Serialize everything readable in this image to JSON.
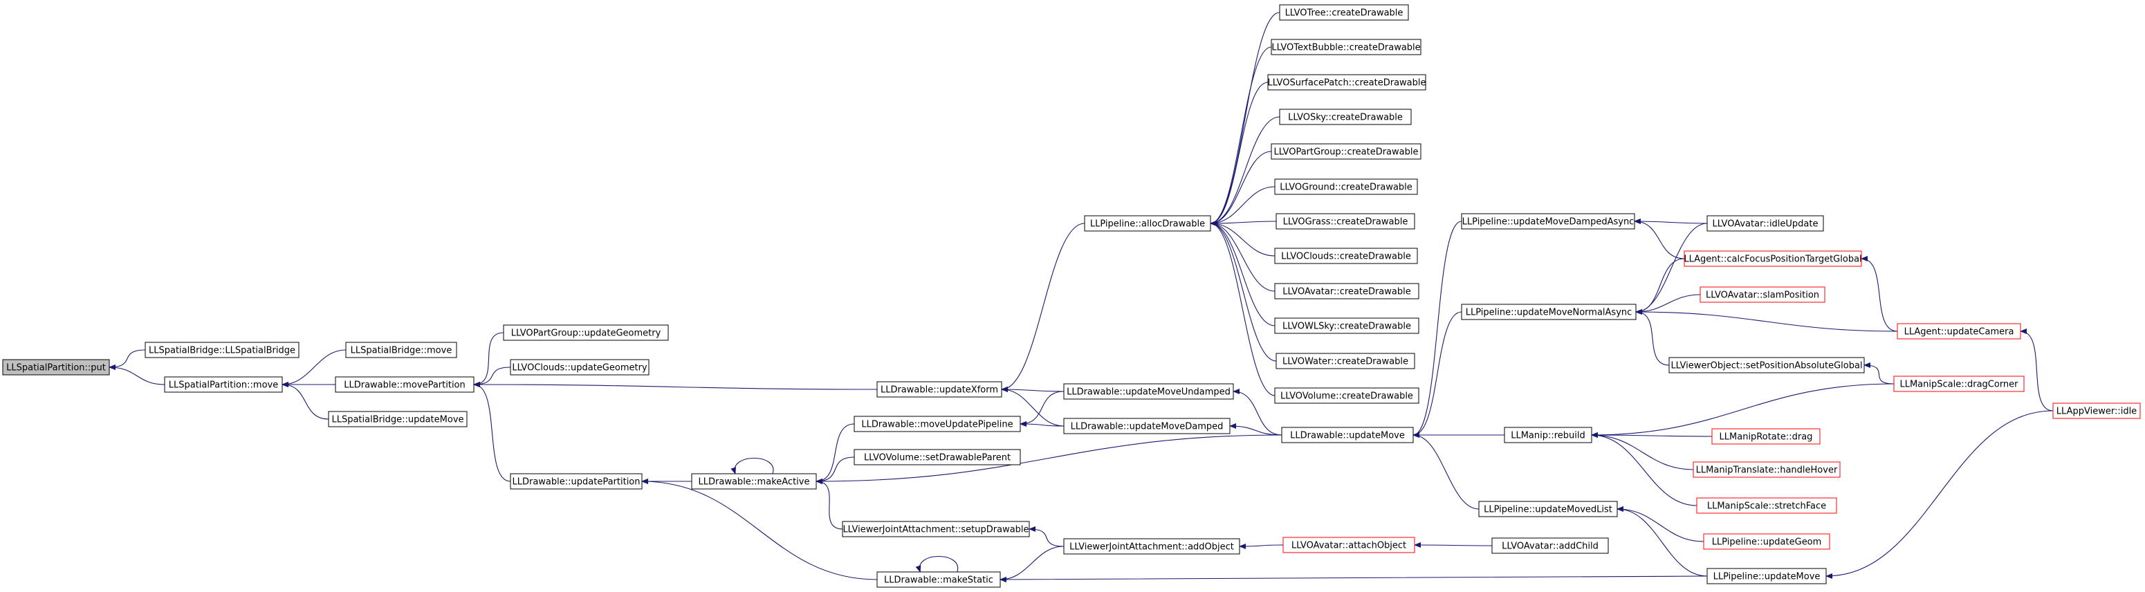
{
  "nodes": [
    {
      "id": "n_put",
      "label": "LLSpatialPartition::put",
      "style": "root"
    },
    {
      "id": "n_bridge_ctor",
      "label": "LLSpatialBridge::LLSpatialBridge",
      "style": "normal"
    },
    {
      "id": "n_move",
      "label": "LLSpatialPartition::move",
      "style": "normal"
    },
    {
      "id": "n_bridge_move",
      "label": "LLSpatialBridge::move",
      "style": "normal"
    },
    {
      "id": "n_bridge_updmove",
      "label": "LLSpatialBridge::updateMove",
      "style": "normal"
    },
    {
      "id": "n_movepart",
      "label": "LLDrawable::movePartition",
      "style": "normal"
    },
    {
      "id": "n_pg_updgeom",
      "label": "LLVOPartGroup::updateGeometry",
      "style": "normal"
    },
    {
      "id": "n_cl_updgeom",
      "label": "LLVOClouds::updateGeometry",
      "style": "normal"
    },
    {
      "id": "n_updpart",
      "label": "LLDrawable::updatePartition",
      "style": "normal"
    },
    {
      "id": "n_makeactive",
      "label": "LLDrawable::makeActive",
      "style": "normal"
    },
    {
      "id": "n_makestatic",
      "label": "LLDrawable::makeStatic",
      "style": "normal"
    },
    {
      "id": "n_updxform",
      "label": "LLDrawable::updateXform",
      "style": "normal"
    },
    {
      "id": "n_moveupdpipe",
      "label": "LLDrawable::moveUpdatePipeline",
      "style": "normal"
    },
    {
      "id": "n_setdrawparent",
      "label": "LLVOVolume::setDrawableParent",
      "style": "normal"
    },
    {
      "id": "n_vja_setup",
      "label": "LLViewerJointAttachment::setupDrawable",
      "style": "normal"
    },
    {
      "id": "n_vja_addobj",
      "label": "LLViewerJointAttachment::addObject",
      "style": "normal"
    },
    {
      "id": "n_alloc",
      "label": "LLPipeline::allocDrawable",
      "style": "normal"
    },
    {
      "id": "n_undamped",
      "label": "LLDrawable::updateMoveUndamped",
      "style": "normal"
    },
    {
      "id": "n_damped",
      "label": "LLDrawable::updateMoveDamped",
      "style": "normal"
    },
    {
      "id": "n_tree",
      "label": "LLVOTree::createDrawable",
      "style": "normal"
    },
    {
      "id": "n_textbubble",
      "label": "LLVOTextBubble::createDrawable",
      "style": "normal"
    },
    {
      "id": "n_surfpatch",
      "label": "LLVOSurfacePatch::createDrawable",
      "style": "normal"
    },
    {
      "id": "n_sky",
      "label": "LLVOSky::createDrawable",
      "style": "normal"
    },
    {
      "id": "n_partgroup",
      "label": "LLVOPartGroup::createDrawable",
      "style": "normal"
    },
    {
      "id": "n_ground",
      "label": "LLVOGround::createDrawable",
      "style": "normal"
    },
    {
      "id": "n_grass",
      "label": "LLVOGrass::createDrawable",
      "style": "normal"
    },
    {
      "id": "n_clouds",
      "label": "LLVOClouds::createDrawable",
      "style": "normal"
    },
    {
      "id": "n_avatar_cd",
      "label": "LLVOAvatar::createDrawable",
      "style": "normal"
    },
    {
      "id": "n_wlsky",
      "label": "LLVOWLSky::createDrawable",
      "style": "normal"
    },
    {
      "id": "n_water",
      "label": "LLVOWater::createDrawable",
      "style": "normal"
    },
    {
      "id": "n_volume",
      "label": "LLVOVolume::createDrawable",
      "style": "normal"
    },
    {
      "id": "n_updatemove",
      "label": "LLDrawable::updateMove",
      "style": "normal"
    },
    {
      "id": "n_attachobj",
      "label": "LLVOAvatar::attachObject",
      "style": "truncated"
    },
    {
      "id": "n_dampasync",
      "label": "LLPipeline::updateMoveDampedAsync",
      "style": "normal"
    },
    {
      "id": "n_normasync",
      "label": "LLPipeline::updateMoveNormalAsync",
      "style": "normal"
    },
    {
      "id": "n_rebuild",
      "label": "LLManip::rebuild",
      "style": "normal"
    },
    {
      "id": "n_movedlist",
      "label": "LLPipeline::updateMovedList",
      "style": "normal"
    },
    {
      "id": "n_addchild",
      "label": "LLVOAvatar::addChild",
      "style": "normal"
    },
    {
      "id": "n_idleupdate",
      "label": "LLVOAvatar::idleUpdate",
      "style": "normal"
    },
    {
      "id": "n_calcfocus",
      "label": "LLAgent::calcFocusPositionTargetGlobal",
      "style": "truncated"
    },
    {
      "id": "n_slampos",
      "label": "LLVOAvatar::slamPosition",
      "style": "truncated"
    },
    {
      "id": "n_setposabs",
      "label": "LLViewerObject::setPositionAbsoluteGlobal",
      "style": "normal"
    },
    {
      "id": "n_rotdrag",
      "label": "LLManipRotate::drag",
      "style": "truncated"
    },
    {
      "id": "n_transhover",
      "label": "LLManipTranslate::handleHover",
      "style": "truncated"
    },
    {
      "id": "n_stretchface",
      "label": "LLManipScale::stretchFace",
      "style": "truncated"
    },
    {
      "id": "n_updgeom",
      "label": "LLPipeline::updateGeom",
      "style": "truncated"
    },
    {
      "id": "n_updmove_pipe",
      "label": "LLPipeline::updateMove",
      "style": "normal"
    },
    {
      "id": "n_updcamera",
      "label": "LLAgent::updateCamera",
      "style": "truncated"
    },
    {
      "id": "n_dragcorner",
      "label": "LLManipScale::dragCorner",
      "style": "truncated"
    },
    {
      "id": "n_appidle",
      "label": "LLAppViewer::idle",
      "style": "truncated"
    }
  ],
  "edges": [
    [
      "n_bridge_ctor",
      "n_put"
    ],
    [
      "n_move",
      "n_put"
    ],
    [
      "n_bridge_move",
      "n_move"
    ],
    [
      "n_movepart",
      "n_move"
    ],
    [
      "n_bridge_updmove",
      "n_move"
    ],
    [
      "n_pg_updgeom",
      "n_movepart"
    ],
    [
      "n_cl_updgeom",
      "n_movepart"
    ],
    [
      "n_updxform",
      "n_movepart"
    ],
    [
      "n_updpart",
      "n_movepart"
    ],
    [
      "n_makeactive",
      "n_updpart"
    ],
    [
      "n_makestatic",
      "n_updpart"
    ],
    [
      "n_makeactive",
      "n_makeactive"
    ],
    [
      "n_makestatic",
      "n_makestatic"
    ],
    [
      "n_moveupdpipe",
      "n_makeactive"
    ],
    [
      "n_setdrawparent",
      "n_makeactive"
    ],
    [
      "n_updatemove",
      "n_makeactive"
    ],
    [
      "n_vja_setup",
      "n_makeactive"
    ],
    [
      "n_vja_addobj",
      "n_makestatic"
    ],
    [
      "n_updmove_pipe",
      "n_makestatic"
    ],
    [
      "n_vja_addobj",
      "n_vja_setup"
    ],
    [
      "n_attachobj",
      "n_vja_addobj"
    ],
    [
      "n_addchild",
      "n_attachobj"
    ],
    [
      "n_alloc",
      "n_updxform"
    ],
    [
      "n_undamped",
      "n_updxform"
    ],
    [
      "n_damped",
      "n_updxform"
    ],
    [
      "n_undamped",
      "n_moveupdpipe"
    ],
    [
      "n_damped",
      "n_moveupdpipe"
    ],
    [
      "n_updatemove",
      "n_undamped"
    ],
    [
      "n_updatemove",
      "n_damped"
    ],
    [
      "n_tree",
      "n_alloc"
    ],
    [
      "n_textbubble",
      "n_alloc"
    ],
    [
      "n_surfpatch",
      "n_alloc"
    ],
    [
      "n_sky",
      "n_alloc"
    ],
    [
      "n_partgroup",
      "n_alloc"
    ],
    [
      "n_ground",
      "n_alloc"
    ],
    [
      "n_grass",
      "n_alloc"
    ],
    [
      "n_clouds",
      "n_alloc"
    ],
    [
      "n_avatar_cd",
      "n_alloc"
    ],
    [
      "n_wlsky",
      "n_alloc"
    ],
    [
      "n_water",
      "n_alloc"
    ],
    [
      "n_volume",
      "n_alloc"
    ],
    [
      "n_dampasync",
      "n_updatemove"
    ],
    [
      "n_normasync",
      "n_updatemove"
    ],
    [
      "n_rebuild",
      "n_updatemove"
    ],
    [
      "n_movedlist",
      "n_updatemove"
    ],
    [
      "n_idleupdate",
      "n_dampasync"
    ],
    [
      "n_calcfocus",
      "n_dampasync"
    ],
    [
      "n_idleupdate",
      "n_normasync"
    ],
    [
      "n_calcfocus",
      "n_normasync"
    ],
    [
      "n_slampos",
      "n_normasync"
    ],
    [
      "n_setposabs",
      "n_normasync"
    ],
    [
      "n_updcamera",
      "n_normasync"
    ],
    [
      "n_dragcorner",
      "n_rebuild"
    ],
    [
      "n_rotdrag",
      "n_rebuild"
    ],
    [
      "n_transhover",
      "n_rebuild"
    ],
    [
      "n_stretchface",
      "n_rebuild"
    ],
    [
      "n_updgeom",
      "n_movedlist"
    ],
    [
      "n_updmove_pipe",
      "n_movedlist"
    ],
    [
      "n_updcamera",
      "n_calcfocus"
    ],
    [
      "n_appidle",
      "n_updcamera"
    ],
    [
      "n_dragcorner",
      "n_setposabs"
    ],
    [
      "n_appidle",
      "n_updmove_pipe"
    ]
  ],
  "colors": {
    "edge": "#191970",
    "root_fill": "#bfbfbf",
    "node_border": "#000000",
    "truncated_border": "#ff0000",
    "text": "#000000"
  }
}
